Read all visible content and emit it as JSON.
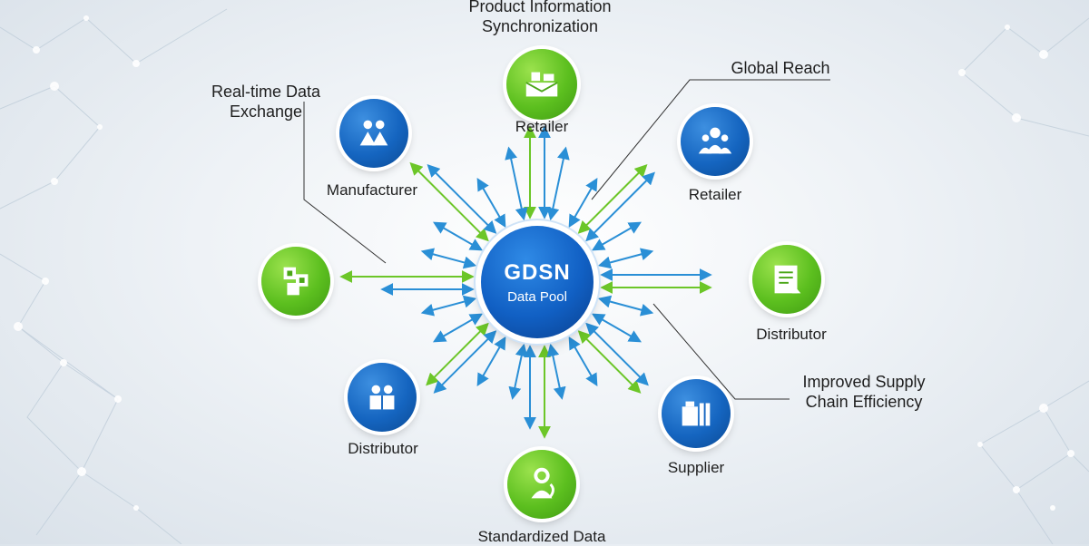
{
  "hub": {
    "title": "GDSN",
    "subtitle": "Data Pool"
  },
  "nodes": [
    {
      "id": "retailer-top",
      "label": "Retailer",
      "color": "green",
      "icon": "shopping-boxes-icon"
    },
    {
      "id": "retailer-right",
      "label": "Retailer",
      "color": "blue",
      "icon": "people-icon"
    },
    {
      "id": "distributor-right",
      "label": "Distributor",
      "color": "green",
      "icon": "clipboard-icon"
    },
    {
      "id": "supplier",
      "label": "Supplier",
      "color": "blue",
      "icon": "boxes-icon"
    },
    {
      "id": "standardized",
      "label": "Standardized Data",
      "color": "green",
      "icon": "person-pin-icon"
    },
    {
      "id": "distributor-left",
      "label": "Distributor",
      "color": "blue",
      "icon": "team-icon"
    },
    {
      "id": "unlabeled-left",
      "label": "",
      "color": "green",
      "icon": "documents-icon"
    },
    {
      "id": "manufacturer",
      "label": "Manufacturer",
      "color": "blue",
      "icon": "team-icon"
    }
  ],
  "callouts": {
    "product_info": "Product Information Synchronization",
    "global_reach": "Global Reach",
    "realtime": "Real-time Data Exchange",
    "supply_chain": "Improved Supply Chain Efficiency"
  },
  "colors": {
    "green": "#5cbf1f",
    "blue": "#1565c0",
    "arrow_green": "#6cc628",
    "arrow_blue": "#2a8fd6"
  }
}
